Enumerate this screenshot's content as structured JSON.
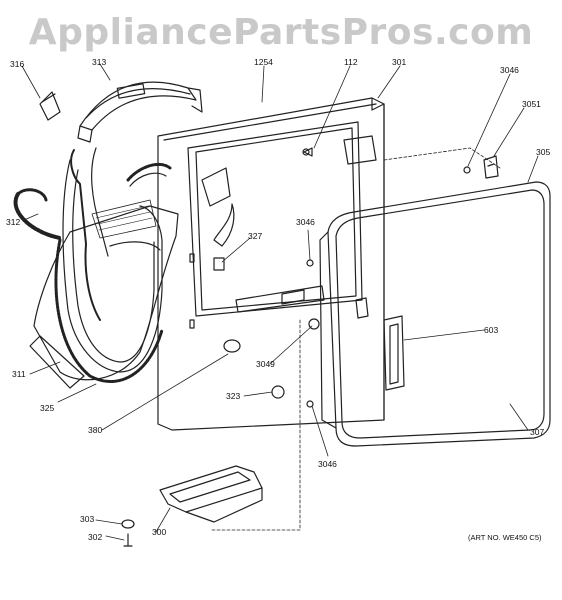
{
  "watermark": "AppliancePartsPros.com",
  "art_number": "(ART NO. WE450 C5)",
  "callouts": {
    "c316": "316",
    "c313": "313",
    "c1254": "1254",
    "c112": "112",
    "c301": "301",
    "c3046_top": "3046",
    "c3051": "3051",
    "c305": "305",
    "c312": "312",
    "c327": "327",
    "c3046_mid": "3046",
    "c603": "603",
    "c311": "311",
    "c3049": "3049",
    "c325": "325",
    "c323": "323",
    "c380": "380",
    "c307": "307",
    "c3046_bot": "3046",
    "c303": "303",
    "c300": "300",
    "c302": "302"
  }
}
